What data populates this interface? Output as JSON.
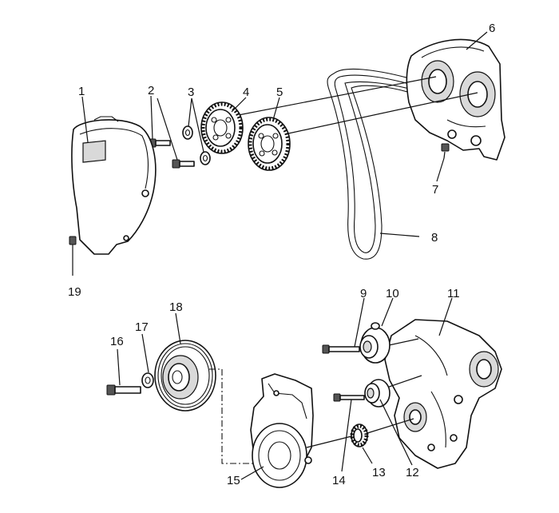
{
  "callouts": [
    {
      "id": "1",
      "text": "1"
    },
    {
      "id": "2",
      "text": "2"
    },
    {
      "id": "3",
      "text": "3"
    },
    {
      "id": "4",
      "text": "4"
    },
    {
      "id": "5",
      "text": "5"
    },
    {
      "id": "6",
      "text": "6"
    },
    {
      "id": "7",
      "text": "7"
    },
    {
      "id": "8",
      "text": "8"
    },
    {
      "id": "9",
      "text": "9"
    },
    {
      "id": "10",
      "text": "10"
    },
    {
      "id": "11",
      "text": "11"
    },
    {
      "id": "12",
      "text": "12"
    },
    {
      "id": "13",
      "text": "13"
    },
    {
      "id": "14",
      "text": "14"
    },
    {
      "id": "15",
      "text": "15"
    },
    {
      "id": "16",
      "text": "16"
    },
    {
      "id": "17",
      "text": "17"
    },
    {
      "id": "18",
      "text": "18"
    },
    {
      "id": "19",
      "text": "19"
    }
  ],
  "colors": {
    "line": "#111111",
    "fill": "#ffffff",
    "shade": "#d9d9d9"
  }
}
